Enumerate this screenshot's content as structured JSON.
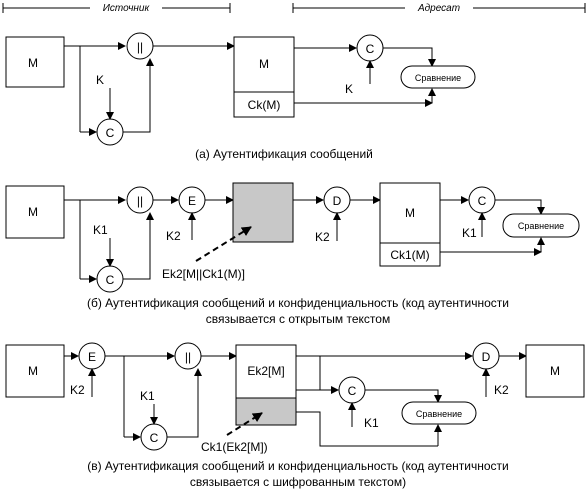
{
  "header": {
    "source_label": "Источник",
    "dest_label": "Адресат"
  },
  "labels": {
    "m": "M",
    "c": "C",
    "e": "E",
    "d": "D",
    "concat": "||",
    "k": "K",
    "k1": "K1",
    "k2": "K2",
    "compare": "Сравнение"
  },
  "diagram_a": {
    "mac_block": "Ck(M)",
    "caption": "(а) Аутентификация сообщений"
  },
  "diagram_b": {
    "mac_block": "Ck1(M)",
    "cipher_note": "Ek2[M||Ck1(M)]",
    "caption_line1": "(б) Аутентификация сообщений и конфиденциальность (код аутентичности",
    "caption_line2": "связывается с открытым текстом"
  },
  "diagram_c": {
    "cipher_block": "Ek2[M]",
    "mac_note": "Ck1(Ek2[M])",
    "caption_line1": "(в) Аутентификация сообщений и конфиденциальность (код аутентичности",
    "caption_line2": "связывается с шифрованным текстом)"
  }
}
